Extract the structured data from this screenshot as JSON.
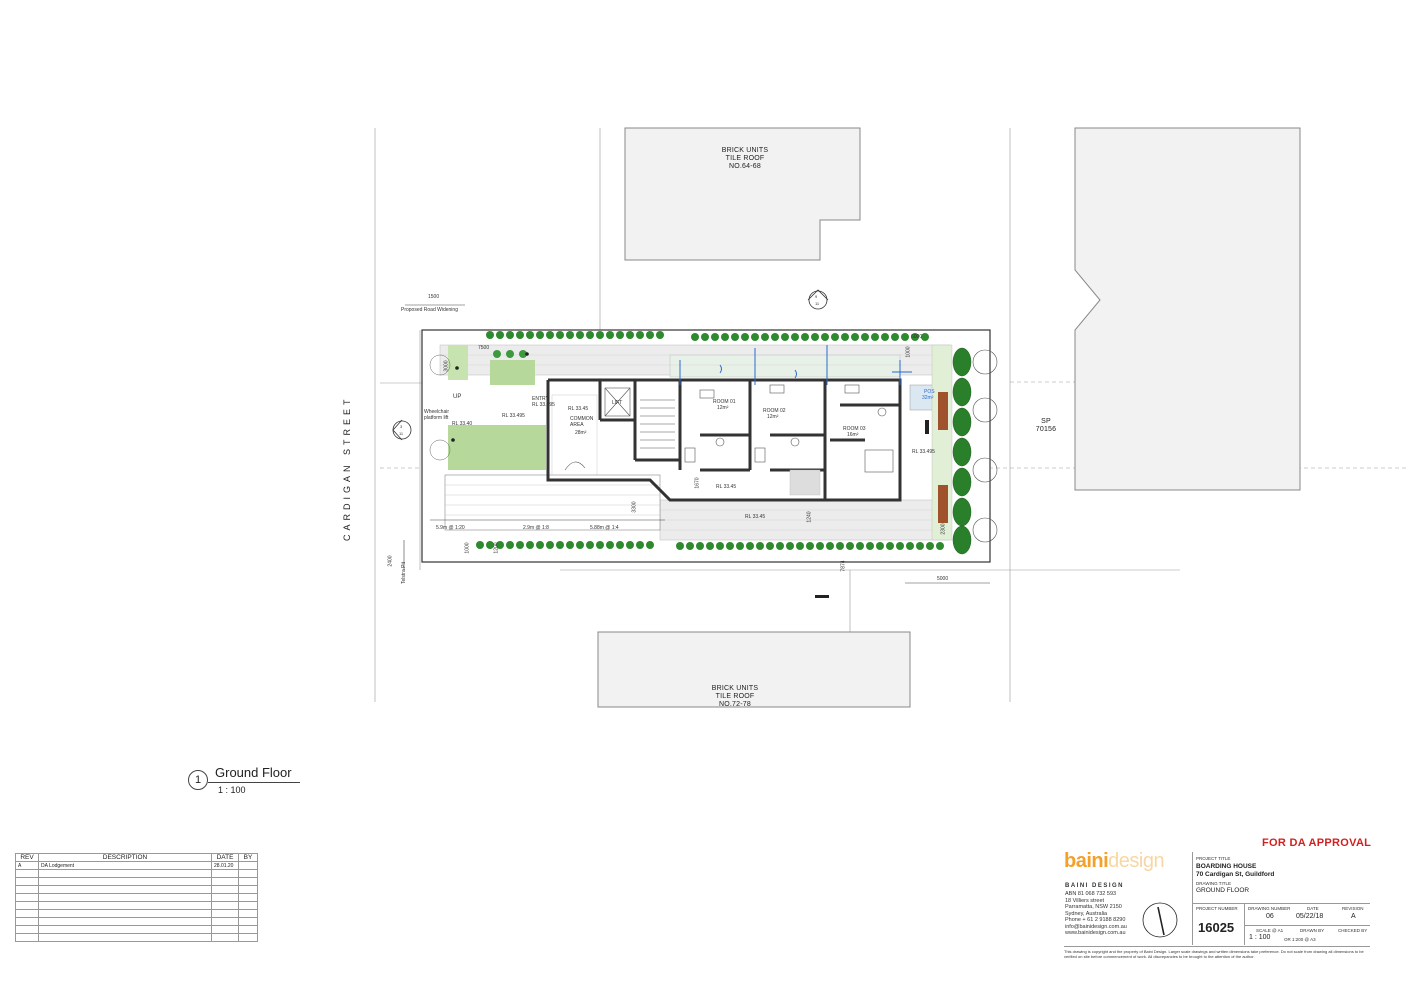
{
  "neighbour_top": {
    "line1": "BRICK UNITS",
    "line2": "TILE ROOF",
    "line3": "NO.64-68"
  },
  "neighbour_bottom": {
    "line1": "BRICK UNITS",
    "line2": "TILE ROOF",
    "line3": "NO.72-78"
  },
  "neighbour_right": {
    "line1": "SP",
    "line2": "70156"
  },
  "street_name": "CARDIGAN STREET",
  "road_widening": {
    "dim": "1500",
    "label": "Proposed Road Widening"
  },
  "section_top": {
    "num": "9",
    "sheet": "11"
  },
  "section_left": {
    "num": "3",
    "sheet": "11"
  },
  "rooms": {
    "room1": {
      "name": "ROOM 01",
      "area": "12m²"
    },
    "room2": {
      "name": "ROOM 02",
      "area": "12m²"
    },
    "room3": {
      "name": "ROOM 03",
      "area": "16m²"
    },
    "common": {
      "name": "COMMON AREA",
      "area": "28m²"
    },
    "lift": "LIFT",
    "entry": "ENTRY",
    "pos": "POS",
    "pos_area": "32m²"
  },
  "levels": {
    "rl1": "RL 33.40",
    "rl2": "RL 33.495",
    "rl3": "RL 33.45",
    "rl4": "RL 33.45",
    "rl5": "RL 33.45",
    "rl6": "RL 33.495",
    "rl7": "RL 33.45",
    "entry_rl": "RL 33.495",
    "wheelchair": "Wheelchair platform lift",
    "up": "UP"
  },
  "dims": {
    "d7500": "7500",
    "d3000": "3000",
    "d6000": "6000",
    "d5000": "5000",
    "d3300": "3300",
    "d1670": "1670",
    "d1240": "1240",
    "d2300": "2300",
    "d7874": "7874",
    "d1000": "1000",
    "d1200": "1200",
    "d2400": "2400",
    "d1000b": "1000"
  },
  "ramps": {
    "r1": "5.9m @ 1:20",
    "r2": "2.9m @ 1:8",
    "r3": "5.88m @ 1:4",
    "r4": "Telstra Pit"
  },
  "view": {
    "num": "1",
    "title": "Ground Floor",
    "scale": "1 : 100"
  },
  "revision_table": {
    "headers": [
      "REV",
      "DESCRIPTION",
      "DATE",
      "BY"
    ],
    "rows": [
      [
        "A",
        "DA Lodgement",
        "28.01.20",
        ""
      ]
    ]
  },
  "title_block": {
    "status": "FOR DA APPROVAL",
    "logo_a": "baini",
    "logo_b": "design",
    "firm": "BAINI DESIGN",
    "firm_lines": [
      "ABN 81 068 732 593",
      "18 Villiers street",
      "Parramatta, NSW 2150",
      "Sydney, Australia",
      "Phone + 61 2 9188 8290",
      "info@bainidesign.com.au",
      "www.bainidesign.com.au"
    ],
    "project_title_label": "PROJECT TITLE",
    "project_title": "BOARDING HOUSE",
    "project_address": "70 Cardigan St, Guildford",
    "drawing_title_label": "DRAWING TITLE",
    "drawing_title": "GROUND FLOOR",
    "project_number_label": "PROJECT NUMBER",
    "project_number": "16025",
    "drawing_number_label": "DRAWING NUMBER",
    "drawing_number": "06",
    "date_label": "DATE",
    "date": "05/22/18",
    "revision_label": "REVISION",
    "revision": "A",
    "scale_label": "SCALE @ A1",
    "scale": "1 : 100",
    "scale_a3": "OR 1:200 @ A3",
    "drawn_by_label": "DRAWN BY",
    "checked_by_label": "CHECKED BY",
    "disclaimer": "This drawing is copyright and the property of Baini Design. Larger scale drawings and written dimensions take preference. Do not scale from drawing all dimensions to be verified on site before commencement of work. All discrepancies to be brought to the attention of the author."
  }
}
